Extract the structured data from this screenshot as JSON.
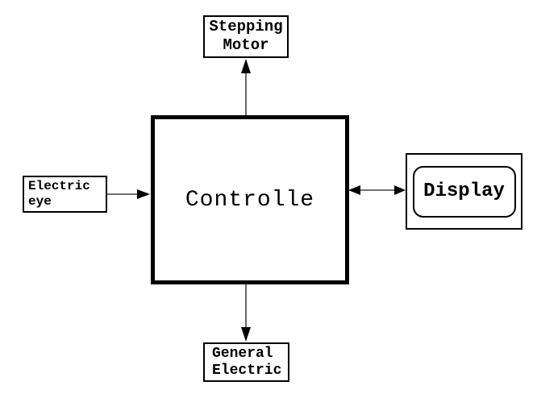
{
  "diagram": {
    "background": "#ffffff",
    "stroke_color": "#000000",
    "arrow_line_color": "#444444",
    "arrowhead_color": "#000000",
    "nodes": {
      "stepping_motor": {
        "line1": "Stepping",
        "line2": "Motor"
      },
      "electric_eye": {
        "line1": "Electric",
        "line2": "eye"
      },
      "controller": {
        "label": "Controlle"
      },
      "display": {
        "label": "Display"
      },
      "general_electric": {
        "line1": "General",
        "line2": "Electric"
      }
    },
    "edges": [
      {
        "from": "controller",
        "to": "stepping_motor",
        "bidirectional": false
      },
      {
        "from": "electric_eye",
        "to": "controller",
        "bidirectional": false
      },
      {
        "from": "controller",
        "to": "display",
        "bidirectional": true
      },
      {
        "from": "controller",
        "to": "general_electric",
        "bidirectional": false
      }
    ]
  }
}
